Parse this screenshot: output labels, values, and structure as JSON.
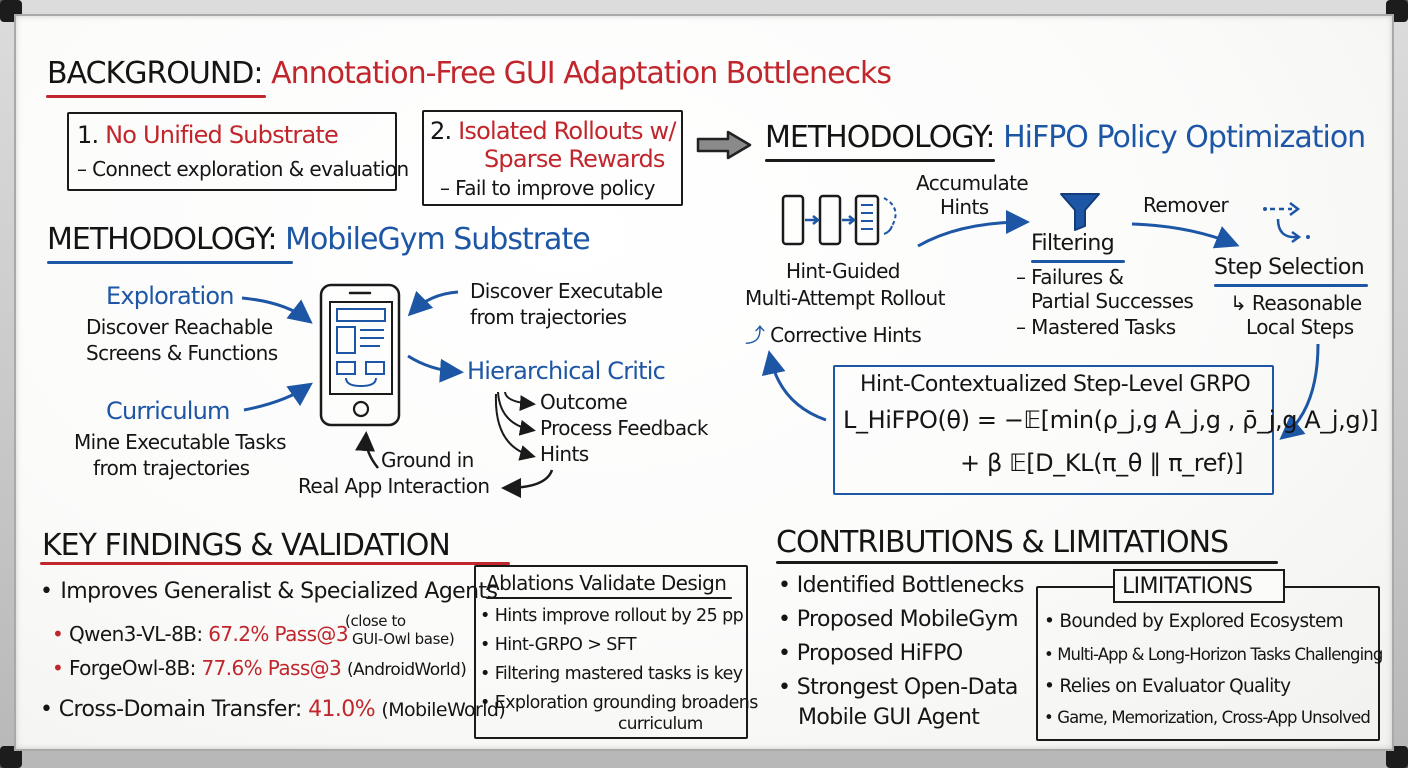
{
  "background": {
    "label": "BACKGROUND",
    "colon": ":",
    "title": "Annotation-Free GUI Adaptation Bottlenecks",
    "item1": {
      "number": "1.",
      "title": "No Unified Substrate",
      "detail": "– Connect exploration & evaluation"
    },
    "item2": {
      "number": "2.",
      "title_line1": "Isolated Rollouts w/",
      "title_line2": "Sparse Rewards",
      "detail": "– Fail to improve policy"
    }
  },
  "mobilegym": {
    "label": "METHODOLOGY",
    "colon": ":",
    "title": "MobileGym Substrate",
    "exploration": {
      "title": "Exploration",
      "line1": "Discover Reachable",
      "line2": "Screens & Functions"
    },
    "curriculum": {
      "title": "Curriculum",
      "line1": "Mine Executable Tasks",
      "line2": "from trajectories"
    },
    "discover": {
      "line1": "Discover Executable",
      "line2": "from trajectories"
    },
    "critic": {
      "title": "Hierarchical Critic",
      "items": [
        "Outcome",
        "Process Feedback",
        "Hints"
      ]
    },
    "ground": {
      "line1": "Ground in",
      "line2": "Real App Interaction"
    }
  },
  "hifpo": {
    "label": "METHODOLOGY",
    "colon": ":",
    "title": "HiFPO Policy Optimization",
    "accumulate": {
      "line1": "Accumulate",
      "line2": "Hints"
    },
    "remover": "Remover",
    "rollout": {
      "line1": "Hint-Guided",
      "line2": "Multi-Attempt Rollout",
      "line3": "Corrective Hints"
    },
    "filtering": {
      "title": "Filtering",
      "line1": "– Failures &",
      "line2": "Partial Successes",
      "line3": "– Mastered Tasks"
    },
    "step": {
      "title": "Step Selection",
      "line1": "↳ Reasonable",
      "line2": "Local Steps"
    },
    "grpo": {
      "title": "Hint-Contextualized Step-Level GRPO",
      "eq_line1": "L_HiFPO(θ) = −𝔼[min(ρ_j,g A_j,g , ρ̄_j,g A_j,g)]",
      "eq_line2": "+ β 𝔼[D_KL(π_θ ∥ π_ref)]"
    }
  },
  "findings": {
    "title": "KEY FINDINGS & VALIDATION",
    "item1": "Improves Generalist & Specialized Agents",
    "qwen": {
      "model": "Qwen3-VL-8B:",
      "result": "67.2% Pass@3",
      "note_line1": "(close to",
      "note_line2": "GUI-Owl base)"
    },
    "forge": {
      "model": "ForgeOwl-8B:",
      "result": "77.6% Pass@3",
      "note": "(AndroidWorld)"
    },
    "transfer": {
      "label": "Cross-Domain Transfer:",
      "result": "41.0%",
      "note": "(MobileWorld)"
    },
    "ablations": {
      "title": "Ablations Validate Design",
      "items": [
        "Hints improve rollout by 25 pp",
        "Hint-GRPO > SFT",
        "Filtering mastered tasks is key",
        "Exploration grounding broadens"
      ],
      "last_cont": "curriculum"
    }
  },
  "contributions": {
    "title": "CONTRIBUTIONS & LIMITATIONS",
    "items": [
      "Identified Bottlenecks",
      "Proposed MobileGym",
      "Proposed HiFPO",
      "Strongest Open-Data"
    ],
    "last_cont": "Mobile GUI Agent",
    "limitations": {
      "title": "LIMITATIONS",
      "items": [
        "Bounded by Explored Ecosystem",
        "Multi-App & Long-Horizon Tasks Challenging",
        "Relies on Evaluator Quality",
        "Game, Memorization, Cross-App Unsolved"
      ]
    }
  },
  "colors": {
    "red": "#c0262c",
    "blue": "#1e56a6",
    "ink": "#151515"
  }
}
